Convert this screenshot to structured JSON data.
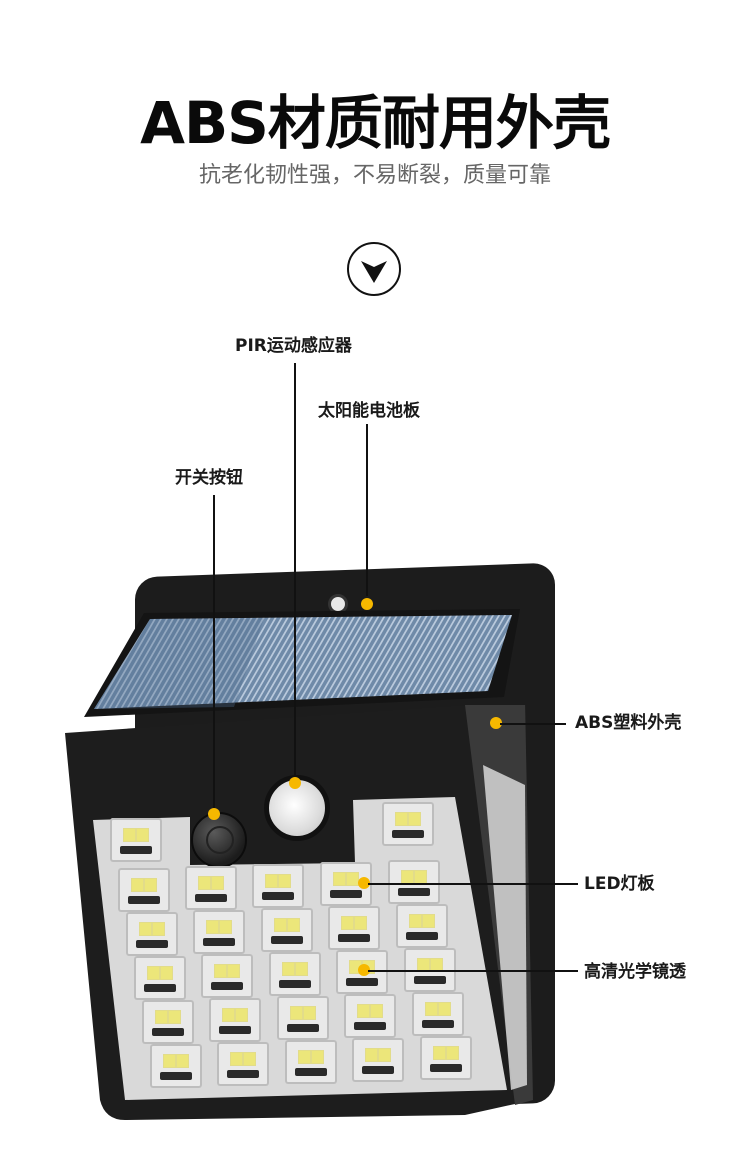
{
  "header": {
    "title": "ABS材质耐用外壳",
    "subtitle": "抗老化韧性强，不易断裂，质量可靠",
    "scroll_icon": "chevron-down-circle-icon"
  },
  "callouts": [
    {
      "id": "pir",
      "label": "PIR运动感应器"
    },
    {
      "id": "solar",
      "label": "太阳能电池板"
    },
    {
      "id": "switch",
      "label": "开关按钮"
    },
    {
      "id": "shell",
      "label": "ABS塑料外壳"
    },
    {
      "id": "led",
      "label": "LED灯板"
    },
    {
      "id": "lens",
      "label": "高清光学镜透"
    }
  ],
  "colors": {
    "accent_dot": "#f6b800",
    "title": "#0a0a0a",
    "subtitle": "#666666",
    "product_body": "#1c1c1c"
  }
}
